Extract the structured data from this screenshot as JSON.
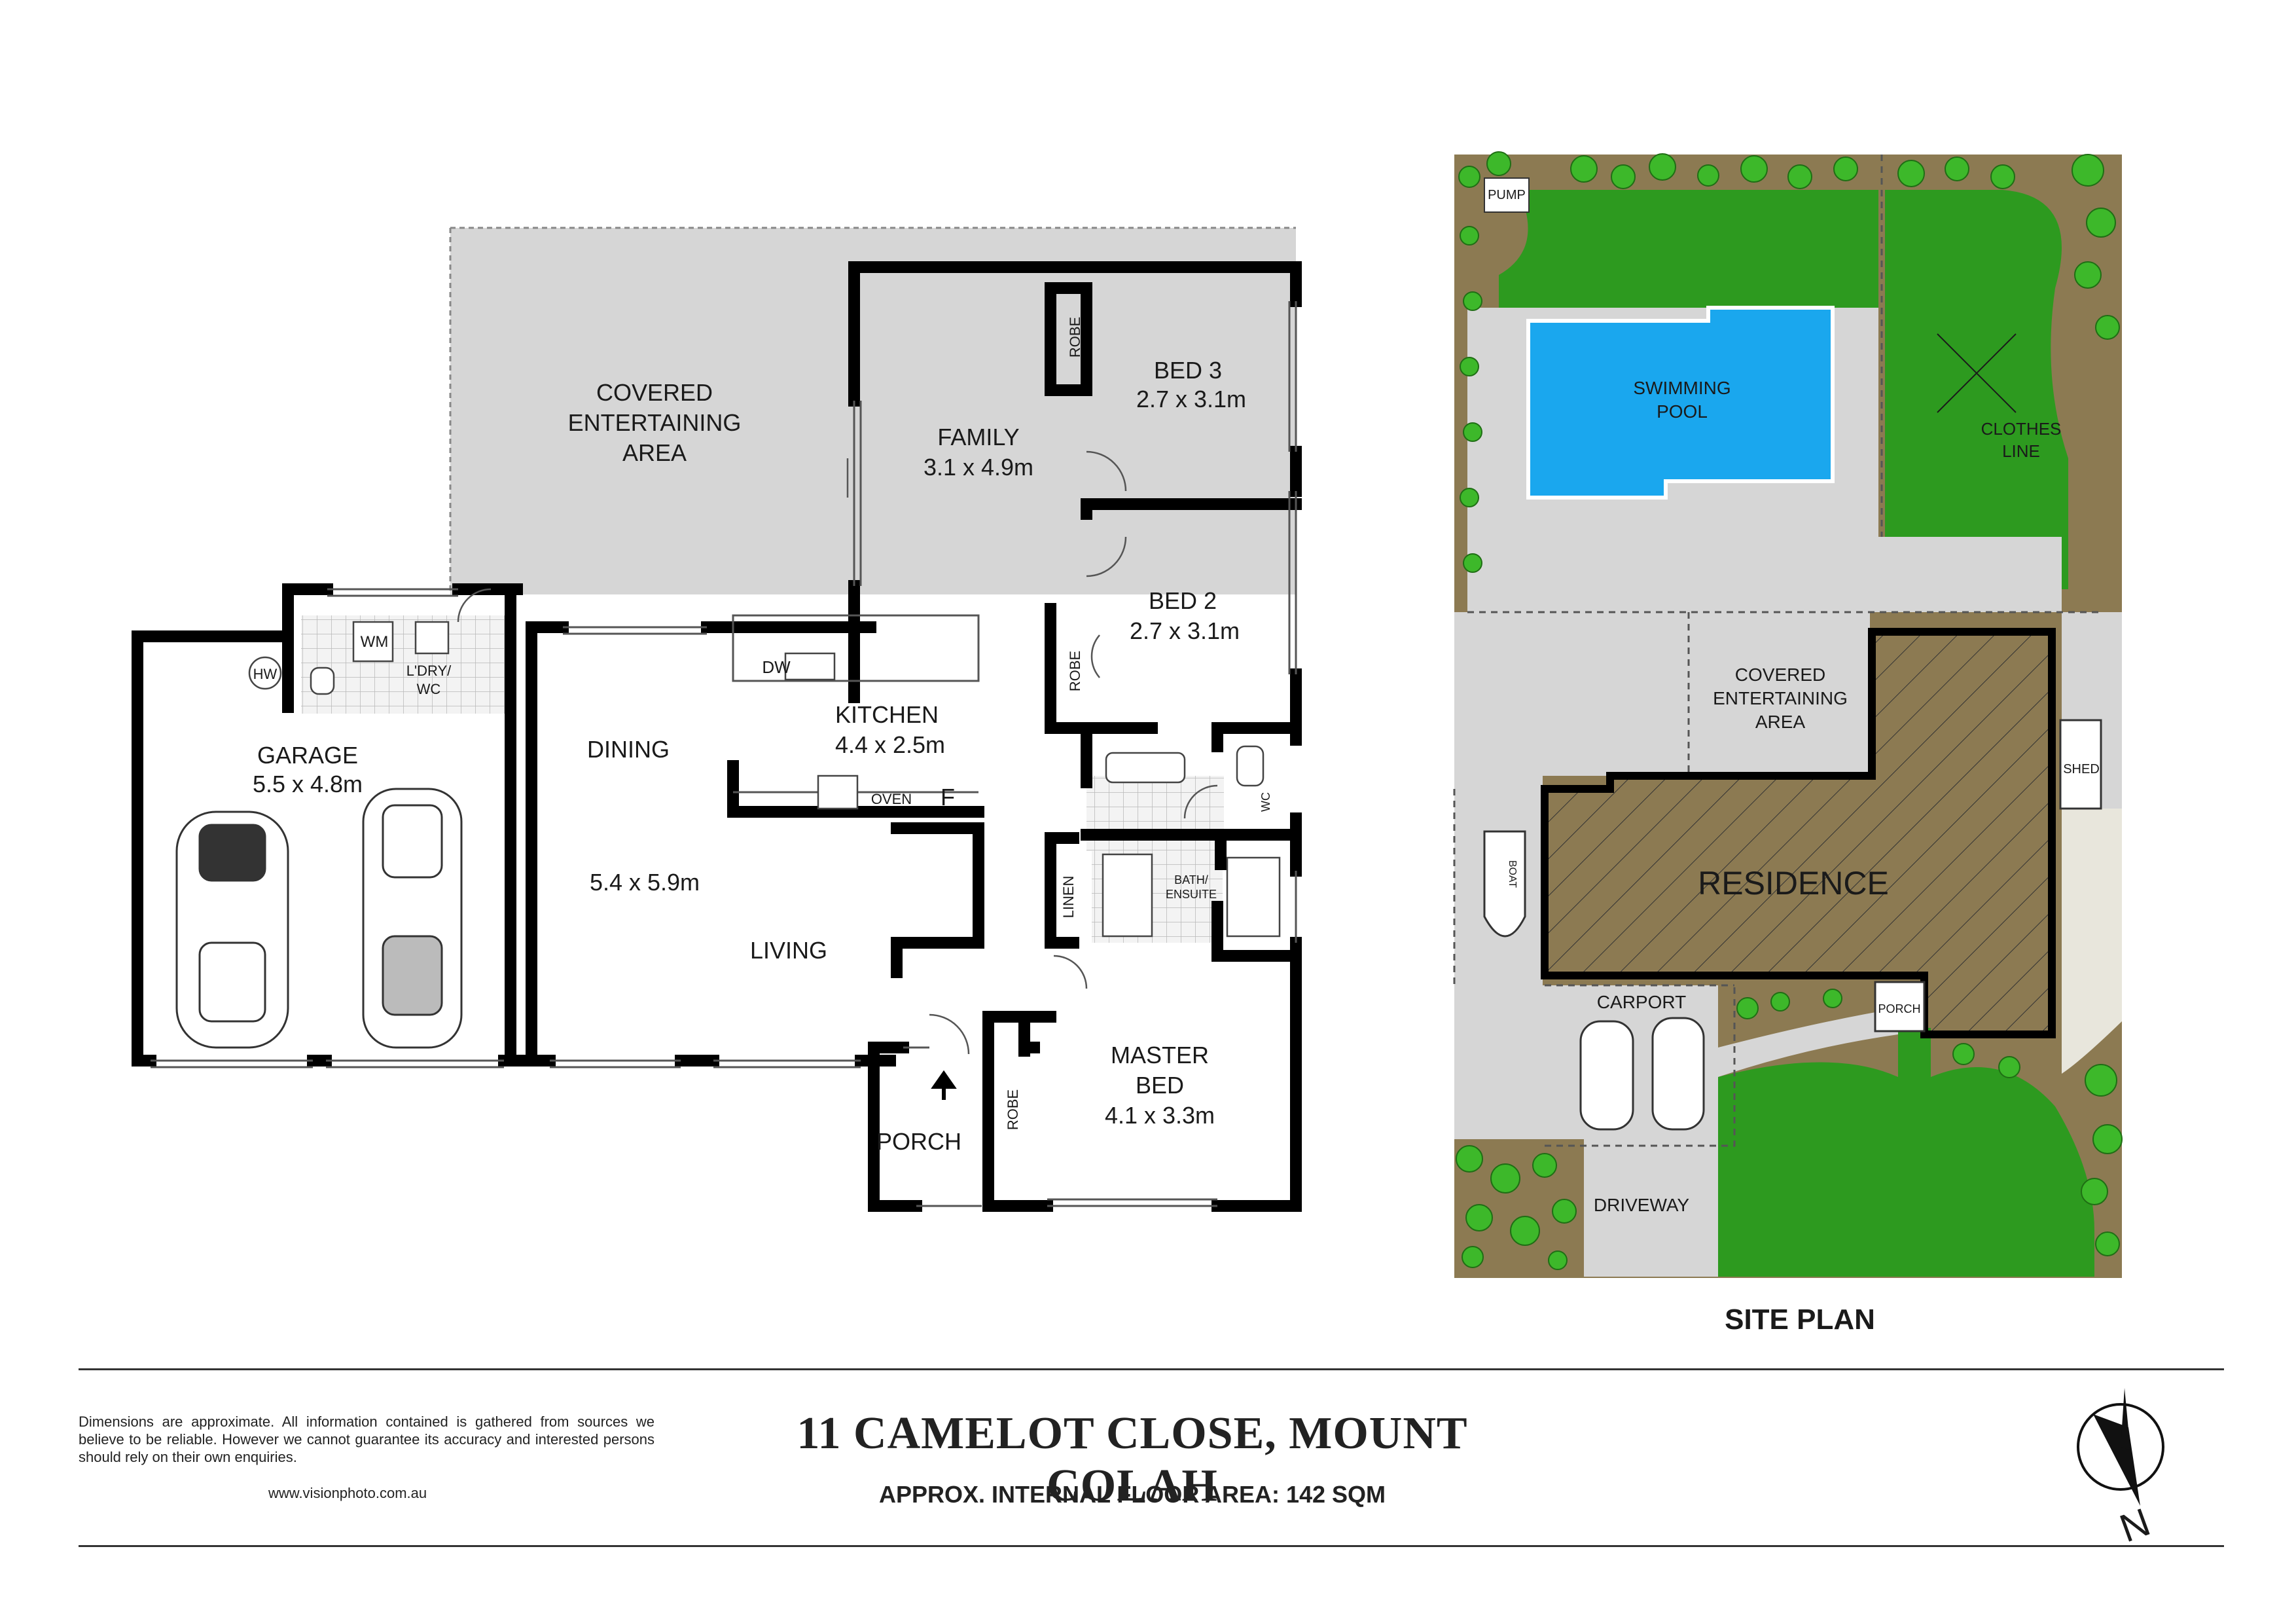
{
  "floor_plan": {
    "covered_area": [
      "COVERED",
      "ENTERTAINING",
      "AREA"
    ],
    "garage": {
      "name": "GARAGE",
      "dims": "5.5 x 4.8m"
    },
    "laundry": [
      "L'DRY/",
      "WC"
    ],
    "wm": "WM",
    "hw": "HW",
    "dining": "DINING",
    "living_dims": "5.4 x 5.9m",
    "living": "LIVING",
    "kitchen": {
      "name": "KITCHEN",
      "dims": "4.4 x 2.5m"
    },
    "dw": "DW",
    "oven": "OVEN",
    "fridge": "F",
    "family": {
      "name": "FAMILY",
      "dims": "3.1 x 4.9m"
    },
    "bed3": {
      "name": "BED 3",
      "dims": "2.7 x 3.1m"
    },
    "bed2": {
      "name": "BED 2",
      "dims": "2.7 x 3.1m"
    },
    "robe": "ROBE",
    "linen": "LINEN",
    "bath": [
      "BATH/",
      "ENSUITE"
    ],
    "wc": "WC",
    "master": {
      "name1": "MASTER",
      "name2": "BED",
      "dims": "4.1 x 3.3m"
    },
    "porch": "PORCH"
  },
  "site_plan": {
    "title": "SITE PLAN",
    "pump": "PUMP",
    "pool": [
      "SWIMMING",
      "POOL"
    ],
    "clothes_line": [
      "CLOTHES",
      "LINE"
    ],
    "covered_area": [
      "COVERED",
      "ENTERTAINING",
      "AREA"
    ],
    "shed": "SHED",
    "residence": "RESIDENCE",
    "boat": "BOAT",
    "carport": "CARPORT",
    "porch": "PORCH",
    "driveway": "DRIVEWAY"
  },
  "footer": {
    "disclaimer": "Dimensions are approximate. All information contained is gathered from sources we believe to be reliable. However we cannot guarantee its accuracy and interested persons should rely on their own enquiries.",
    "website": "www.visionphoto.com.au",
    "address": "11 CAMELOT CLOSE, MOUNT COLAH",
    "floor_area": "APPROX. INTERNAL FLOOR AREA: 142 SQM",
    "north": "N"
  },
  "colors": {
    "wall": "#000000",
    "covered": "#d4d4d4",
    "lawn": "#2d9a1f",
    "garden": "#8c7a52",
    "pool": "#1aa7ee",
    "tile": "#e8e8e8"
  }
}
